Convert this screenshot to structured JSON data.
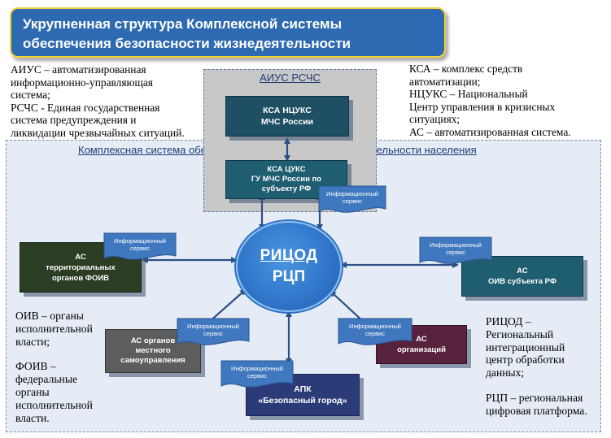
{
  "title": {
    "line1": "Укрупненная структура Комплексной системы",
    "line2": "обеспечения безопасности жизнедеятельности"
  },
  "notes": {
    "top_left": [
      "АИУС – автоматизированная",
      "информационно-управляющая",
      "система;",
      "РСЧС - Единая государственная",
      "система предупреждения и",
      "ликвидации чрезвычайных ситуаций."
    ],
    "top_right": [
      "КСА – комплекс средств",
      "автоматизации;",
      "НЦУКС – Национальный",
      "Центр управления в кризисных",
      "ситуациях;",
      "АС – автоматизированная система."
    ],
    "bottom_left": [
      "ОИВ – органы",
      "исполнительной",
      "власти;",
      "",
      "ФОИВ –",
      "федеральные",
      "органы",
      "исполнительной",
      "власти."
    ],
    "bottom_right": [
      "РИЦОД –",
      "Региональный",
      "интеграционный",
      "центр обработки",
      "данных;",
      "",
      "РЦП – региональная",
      "цифровая платформа."
    ]
  },
  "outer_label": "Комплексная система обеспечения     безопасности    жизнедеятельности  населения",
  "aius_label": "АИУС РСЧС",
  "center": {
    "line1": "РИЦОД",
    "line2": "РЦП"
  },
  "boxes": {
    "ksa_ncuks": [
      "КСА НЦУКС",
      "МЧС России"
    ],
    "ksa_cuks": [
      "КСА ЦУКС",
      "ГУ МЧС России по",
      "субъекту РФ"
    ],
    "as_foiv": [
      "АС",
      "территориальных",
      "органов ФОИВ"
    ],
    "as_oiv": [
      "АС",
      "ОИВ субъекта РФ"
    ],
    "as_omsu": [
      "АС  органов",
      "местного",
      "самоуправления"
    ],
    "as_org": [
      "АС",
      "организаций"
    ],
    "apk": [
      "АПК",
      "«Безопасный город»"
    ]
  },
  "service": {
    "line1": "Информационный",
    "line2": "сервис"
  },
  "colors": {
    "title_bg": "#2e6ab1",
    "title_border": "#f4d23c",
    "service_bg": "#3f78bf",
    "arrow": "#2b4f86",
    "center": "#2b6fc4"
  }
}
